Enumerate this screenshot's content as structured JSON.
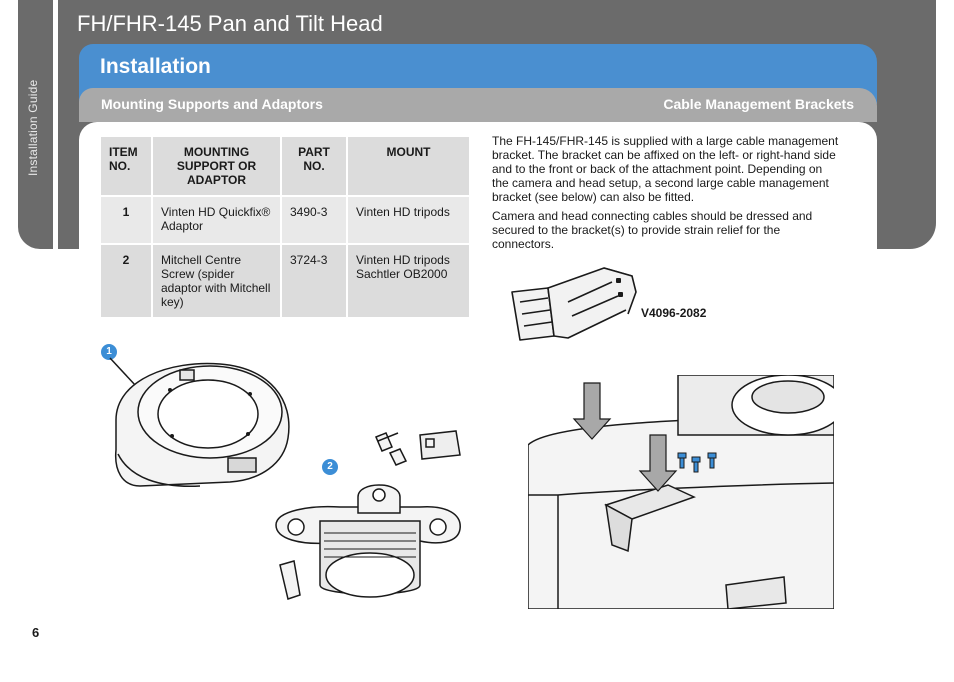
{
  "header": {
    "doc_title": "FH/FHR-145 Pan and Tilt Head",
    "side_label": "Installation Guide",
    "section_title": "Installation",
    "subheading_left": "Mounting Supports and Adaptors",
    "subheading_right": "Cable Management Brackets"
  },
  "table": {
    "headers": [
      "ITEM NO.",
      "MOUNTING SUPPORT OR ADAPTOR",
      "PART NO.",
      "MOUNT"
    ],
    "rows": [
      {
        "item": "1",
        "adaptor": "Vinten HD Quickfix® Adaptor",
        "part": "3490-3",
        "mount": "Vinten HD tripods"
      },
      {
        "item": "2",
        "adaptor": "Mitchell Centre Screw (spider adaptor with Mitchell key)",
        "part": "3724-3",
        "mount": "Vinten HD tripods Sachtler OB2000"
      }
    ]
  },
  "body": {
    "para1": "The FH-145/FHR-145 is supplied with a large cable management bracket. The bracket can be affixed on the left- or right-hand side and to the front or back of the attachment point. Depending on the camera and head setup, a second large cable management bracket (see below) can also be fitted.",
    "para2": "Camera and head connecting cables should be dressed and secured to the bracket(s) to provide strain relief for the connectors."
  },
  "figures": {
    "bracket_part_code": "V4096-2082",
    "callout_1": "1",
    "callout_2": "2"
  },
  "footer": {
    "page_number": "6"
  },
  "colors": {
    "frame_gray": "#6b6b6b",
    "section_blue": "#4a8fd0",
    "subheading_gray": "#a9a9a9",
    "table_cell": "#dcdcdc",
    "callout_blue": "#3c8ed6"
  }
}
